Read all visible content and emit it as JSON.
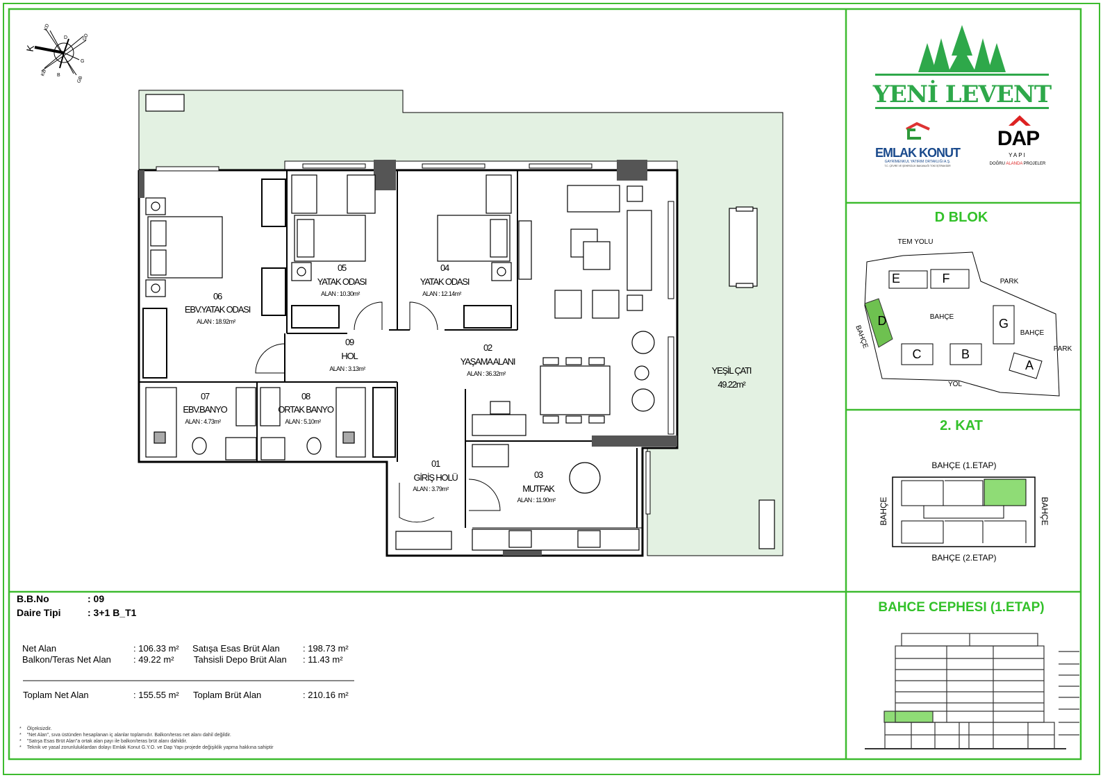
{
  "compass": {
    "north": "K",
    "labels": [
      "KD",
      "D",
      "GD",
      "G",
      "GB",
      "B",
      "KB"
    ]
  },
  "plan": {
    "rooms": [
      {
        "no": "01",
        "name": "GİRİŞ HOLÜ",
        "area": "ALAN  : 3.79m²"
      },
      {
        "no": "02",
        "name": "YAŞAMA ALANI",
        "area": "ALAN  : 36.32m²"
      },
      {
        "no": "03",
        "name": "MUTFAK",
        "area": "ALAN  : 11.90m²"
      },
      {
        "no": "04",
        "name": "YATAK ODASI",
        "area": "ALAN  : 12.14m²"
      },
      {
        "no": "05",
        "name": "YATAK ODASI",
        "area": "ALAN  : 10.30m²"
      },
      {
        "no": "06",
        "name": "EBV.YATAK ODASI",
        "area": "ALAN  : 18.92m²"
      },
      {
        "no": "07",
        "name": "EBV.BANYO",
        "area": "ALAN  : 4.73m²"
      },
      {
        "no": "08",
        "name": "ORTAK BANYO",
        "area": "ALAN  : 5.10m²"
      },
      {
        "no": "09",
        "name": "HOL",
        "area": "ALAN  : 3.13m²"
      }
    ],
    "terrace": {
      "name": "YEŞİL ÇATI",
      "area": "49.22m²"
    }
  },
  "brand": {
    "project": "YENİ LEVENT",
    "emlak": "EMLAK KONUT",
    "emlak_sub": "GAYRİMENKUL YATIRIM ORTAKLIĞI A.Ş.",
    "emlak_sub2": "T.C. ÇEVRE VE ŞEHİRCİLİK BAKANLIĞI TOKİ İŞTİRAKİDİR",
    "dap": "DAP",
    "dap_yapi": "YAPI",
    "dap_slogan_1": "DOĞRU ",
    "dap_slogan_2": "ALANDA",
    "dap_slogan_3": " PROJELER"
  },
  "site": {
    "title": "D BLOK",
    "tem": "TEM YOLU",
    "park1": "PARK",
    "park2": "PARK",
    "bahce1": "BAHÇE",
    "bahce2": "BAHÇE",
    "bahce3": "BAHÇE",
    "yol": "YOL",
    "blocks": [
      "A",
      "B",
      "C",
      "D",
      "E",
      "F",
      "G"
    ]
  },
  "floor": {
    "title": "2. KAT",
    "top": "BAHÇE (1.ETAP)",
    "bottom": "BAHÇE (2.ETAP)",
    "left": "BAHÇE",
    "right": "BAHÇE"
  },
  "facade": {
    "title": "BAHCE CEPHESI (1.ETAP)"
  },
  "info": {
    "bb_label": "B.B.No",
    "bb_value": ": 09",
    "type_label": "Daire  Tipi",
    "type_value": ": 3+1  B_T1",
    "net_label": "Net Alan",
    "net_value": ":  106.33 m²",
    "balkon_label": "Balkon/Teras Net Alan",
    "balkon_value": ":  49.22 m²",
    "satis_label": "Satışa Esas Brüt Alan",
    "satis_value": ": 198.73 m²",
    "depo_label": "Tahsisli Depo Brüt Alan",
    "depo_value": ": 11.43 m²",
    "tnet_label": "Toplam Net Alan",
    "tnet_value": ":  155.55 m²",
    "tbrut_label": "Toplam Brüt Alan",
    "tbrut_value": ": 210.16 m²"
  },
  "notes": [
    "Ölçeksizdir.",
    "\"Net Alan\", sıva üstünden hesaplanan iç alanlar toplamıdır. Balkon/teras net alanı dahil değildir.",
    "\"Satışa Esas Brüt Alan\"a ortak alan payı ile balkon/teras brüt alanı dahildir.",
    "Teknik ve yasal zorunluluklardan dolayı Emlak Konut G.Y.O. ve Dap Yapı projede değişiklik yapma hakkına sahiptir"
  ],
  "colors": {
    "frame": "#3dbb2f",
    "brand": "#2ea84a",
    "terrace": "#e3f1e2",
    "highlight": "#8fdc76"
  }
}
